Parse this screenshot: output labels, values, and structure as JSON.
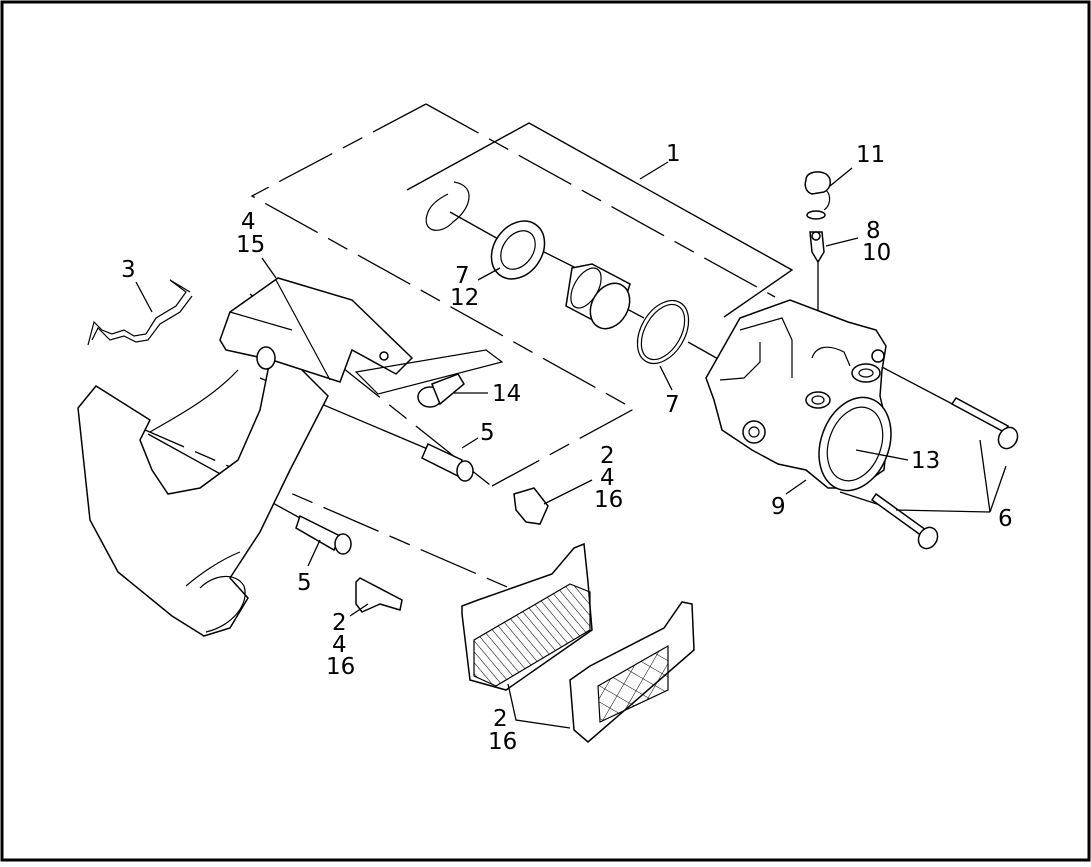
{
  "callouts": {
    "c1": "1",
    "c11": "11",
    "c8": "8",
    "c10": "10",
    "c4_a": "4",
    "c15": "15",
    "c3": "3",
    "c7_a": "7",
    "c12": "12",
    "c14": "14",
    "c5_a": "5",
    "c7_b": "7",
    "c2_a": "2",
    "c4_b": "4",
    "c16_a": "16",
    "c13": "13",
    "c9": "9",
    "c6": "6",
    "c5_b": "5",
    "c2_b": "2",
    "c4_c": "4",
    "c16_b": "16",
    "c2_c": "2",
    "c16_c": "16"
  },
  "colors": {
    "line": "#000000",
    "background": "#ffffff"
  }
}
